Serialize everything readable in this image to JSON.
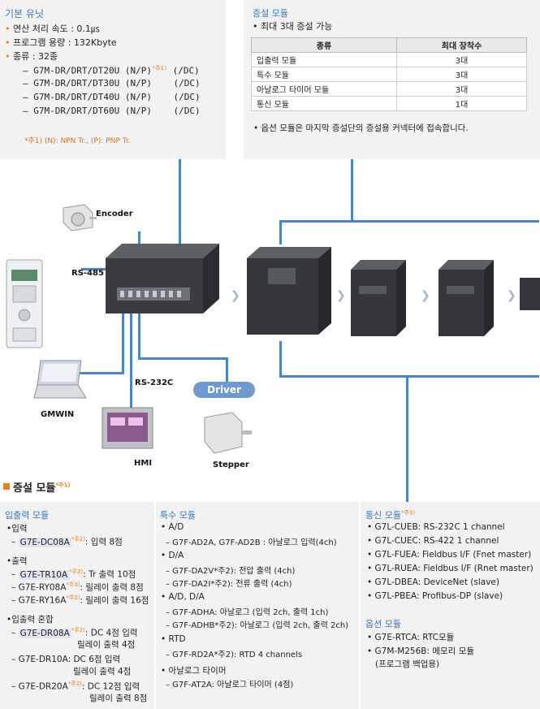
{
  "basic": {
    "title": "기본 유닛",
    "bullets": [
      "연산 처리 속도 : 0.1㎲",
      "프로그램 용량 : 132Kbyte",
      "종류 : 32종"
    ],
    "models": [
      {
        "name": "– G7M-DR/DRT/DT20U (N/P)",
        "note": "*주1)",
        "suffix": "(/DC)"
      },
      {
        "name": "– G7M-DR/DRT/DT30U (N/P)",
        "note": "",
        "suffix": "(/DC)"
      },
      {
        "name": "– G7M-DR/DRT/DT40U (N/P)",
        "note": "",
        "suffix": "(/DC)"
      },
      {
        "name": "– G7M-DR/DRT/DT60U (N/P)",
        "note": "",
        "suffix": "(/DC)"
      }
    ],
    "footnote": "*주1) (N): NPN Tr., (P): PNP Tr."
  },
  "expansion_top": {
    "title": "증설 모듈",
    "subtitle": "• 최대 3대 증설 가능",
    "table": {
      "headers": [
        "종류",
        "최대 장착수"
      ],
      "rows": [
        [
          "입출력 모듈",
          "3대"
        ],
        [
          "특수 모듈",
          "3대"
        ],
        [
          "아날로그 타이머 모듈",
          "3대"
        ],
        [
          "통신 모듈",
          "1대"
        ]
      ]
    },
    "note": "• 옵션 모듈은 마지막 증설단의 증설용 커넥터에 접속합니다."
  },
  "diagram": {
    "encoder": "Encoder",
    "rs485": "RS-485",
    "rs232c": "RS-232C",
    "gmwin": "GMWIN",
    "hmi": "HMI",
    "driver": "Driver",
    "stepper": "Stepper"
  },
  "section": {
    "title": "증설 모듈",
    "note": "*주1)"
  },
  "io": {
    "title": "입출력 모듈",
    "groups": [
      {
        "head": "•입력",
        "items": [
          {
            "pre": "– ",
            "code": "G7E-DC08A",
            "note": "*주2)",
            "desc": ": 입력 8점",
            "hl": true
          }
        ]
      },
      {
        "head": "•출력",
        "items": [
          {
            "pre": "– ",
            "code": "G7E-TR10A",
            "note": "*주2)",
            "desc": ": Tr 출력 10점",
            "hl": true
          },
          {
            "pre": "– ",
            "code": "G7E-RY08A",
            "note": "*주3)",
            "desc": ": 릴레이 출력 8점",
            "hl": false
          },
          {
            "pre": "– ",
            "code": "G7E-RY16A",
            "note": "*주2)",
            "desc": ": 릴레이 출력 16점",
            "hl": false
          }
        ]
      },
      {
        "head": "•입출력 혼합",
        "items": [
          {
            "pre": "– ",
            "code": "G7E-DR08A",
            "note": "*주2)",
            "desc": ": DC 4점 입력",
            "desc2": "릴레이 출력 4점",
            "hl": true
          },
          {
            "pre": "– ",
            "code": "G7E-DR10A",
            "note": "",
            "desc": ": DC 6점 입력",
            "desc2": "릴레이 출력 4점",
            "hl": false
          },
          {
            "pre": "– ",
            "code": "G7E-DR20A",
            "note": "*주2)",
            "desc": ": DC 12점 입력",
            "desc2": "릴레이 출력 8점",
            "hl": false
          }
        ]
      }
    ]
  },
  "special": {
    "title": "특수 모듈",
    "groups": [
      {
        "head": "• A/D",
        "lines": [
          "– G7F-AD2A, G7F-AD2B  : 아날로그 입력(4ch)"
        ]
      },
      {
        "head": "• D/A",
        "lines": [
          "– G7F-DA2V*주2): 전압 출력 (4ch)",
          "– G7F-DA2I*주2): 전류 출력 (4ch)"
        ]
      },
      {
        "head": "• A/D, D/A",
        "lines": [
          "– G7F-ADHA: 아날로그 (입력 2ch, 출력 1ch)",
          "– G7F-ADHB*주2): 아날로그 (입력 2ch, 출력 2ch)"
        ]
      },
      {
        "head": "• RTD",
        "lines": [
          "– G7F-RD2A*주2): RTD 4 channels"
        ]
      },
      {
        "head": "• 아날로그 타이머",
        "lines": [
          "– G7F-AT2A: 아날로그 타이머 (4점)"
        ]
      }
    ]
  },
  "comm": {
    "title": "통신 모듈",
    "note": "*주3)",
    "items": [
      "• G7L-CUEB: RS-232C 1 channel",
      "• G7L-CUEC: RS-422 1 channel",
      "• G7L-FUEA: Fieldbus I/F (Fnet master)",
      "• G7L-RUEA: Fieldbus I/F (Rnet master)",
      "• G7L-DBEA: DeviceNet (slave)",
      "• G7L-PBEA: Profibus-DP (slave)"
    ],
    "option_title": "옵션 모듈",
    "option_items": [
      "• G7E-RTCA: RTC모듈",
      "• G7M-M256B: 메모리 모듈",
      "(프로그램 백업용)"
    ]
  }
}
